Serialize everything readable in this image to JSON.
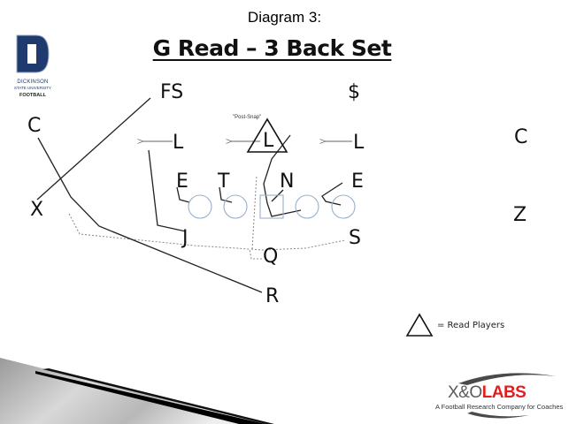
{
  "header": {
    "diagram_label": "Diagram 3:",
    "title": "G Read – 3 Back Set"
  },
  "logo": {
    "letter": "D",
    "line1": "DICKINSON",
    "line2": "STATE UNIVERSITY",
    "line3": "FOOTBALL",
    "color": "#1e3a6e"
  },
  "defense": {
    "fs": "FS",
    "strong_safety": "$",
    "corner_left": "C",
    "corner_right": "C",
    "lb_left": "L",
    "lb_middle": "L",
    "lb_right": "L",
    "end_left": "E",
    "tackle": "T",
    "nose": "N",
    "end_right": "E",
    "post_snap_note": "\"Post-Snap\""
  },
  "offense": {
    "x_receiver": "X",
    "z_receiver": "Z",
    "j_back": "J",
    "s_back": "S",
    "quarterback": "Q",
    "r_back": "R"
  },
  "legend": {
    "symbol": "triangle",
    "label": "= Read Players"
  },
  "brand": {
    "name_part1": "X&O",
    "name_part2": "LABS",
    "tagline": "A Football Research Company for Coaches",
    "accent_color": "#e02020",
    "gray_color": "#5a5a5a"
  },
  "colors": {
    "lineman_outline": "#9ab0cc",
    "route_line": "#222222",
    "dotted_line": "#888888"
  }
}
